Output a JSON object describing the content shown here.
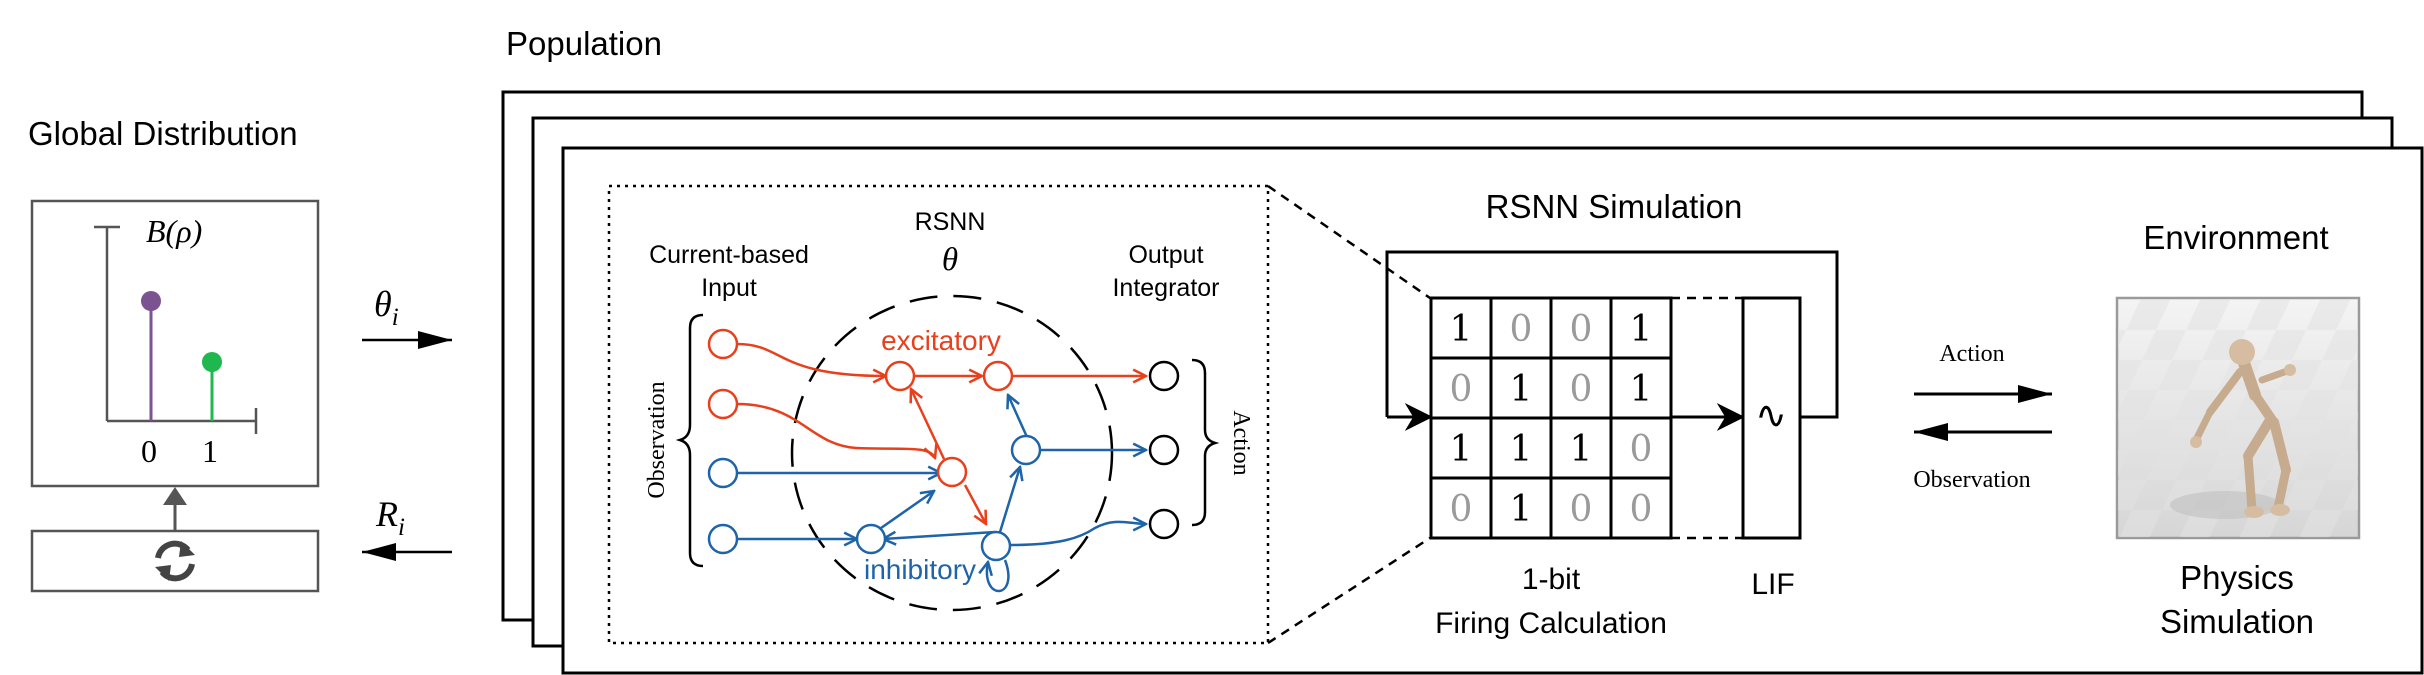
{
  "global": {
    "title": "Global Distribution",
    "dist_label": "B(ρ)",
    "tick0": "0",
    "tick1": "1",
    "colors": {
      "purple": "#7a5390",
      "green": "#1fb84f"
    },
    "update_icon": "refresh-icon"
  },
  "arrows": {
    "theta": "θ",
    "theta_sub": "i",
    "reward": "R",
    "reward_sub": "i"
  },
  "population": {
    "title": "Population"
  },
  "rsnn": {
    "title": "RSNN",
    "theta": "θ",
    "input_line1": "Current-based",
    "input_line2": "Input",
    "output_line1": "Output",
    "output_line2": "Integrator",
    "observation": "Observation",
    "action": "Action",
    "excitatory": "excitatory",
    "inhibitory": "inhibitory",
    "colors": {
      "excitatory": "#e8401c",
      "inhibitory": "#1f64a8"
    }
  },
  "simulation": {
    "title": "RSNN Simulation",
    "matrix": [
      [
        "1",
        "0",
        "0",
        "1"
      ],
      [
        "0",
        "1",
        "0",
        "1"
      ],
      [
        "1",
        "1",
        "1",
        "0"
      ],
      [
        "0",
        "1",
        "0",
        "0"
      ]
    ],
    "firing_line1": "1-bit",
    "firing_line2": "Firing Calculation",
    "lif": "LIF",
    "lif_symbol": "∿"
  },
  "loop": {
    "action": "Action",
    "observation": "Observation"
  },
  "environment": {
    "title": "Environment",
    "caption_line1": "Physics",
    "caption_line2": "Simulation"
  }
}
